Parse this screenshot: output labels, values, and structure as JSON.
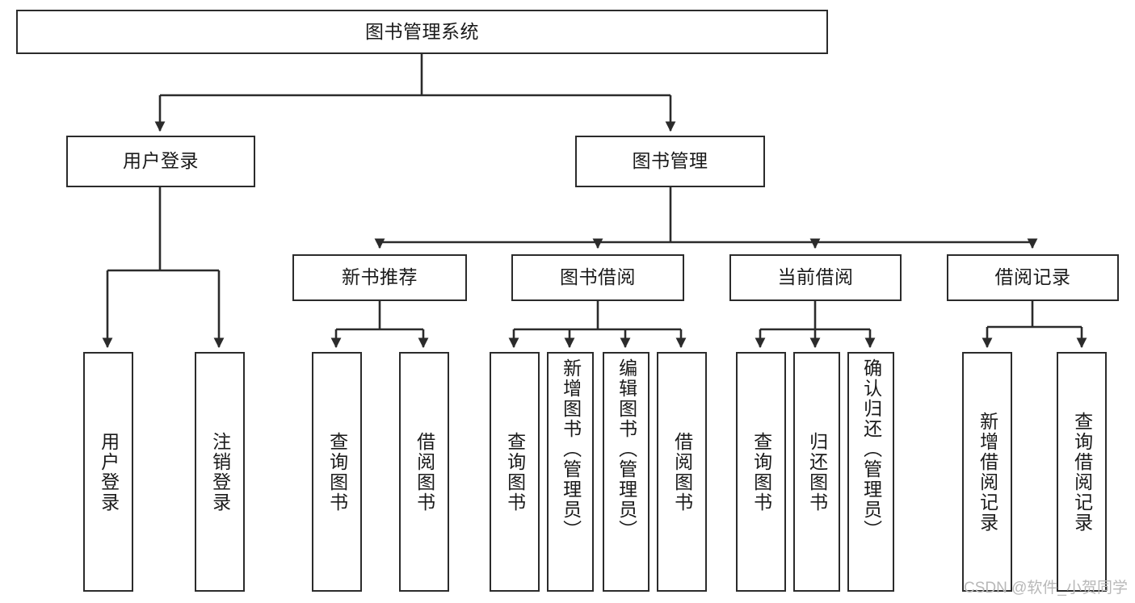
{
  "diagram": {
    "type": "tree-hierarchy-chart",
    "orientation": "top-down",
    "title_node": {
      "id": "root",
      "label": "图书管理系统"
    },
    "level1": [
      {
        "id": "user-login",
        "label": "用户登录"
      },
      {
        "id": "book-management",
        "label": "图书管理"
      }
    ],
    "level2": [
      {
        "id": "new-book-recommend",
        "label": "新书推荐",
        "parent": "book-management"
      },
      {
        "id": "book-borrow",
        "label": "图书借阅",
        "parent": "book-management"
      },
      {
        "id": "current-borrow",
        "label": "当前借阅",
        "parent": "book-management"
      },
      {
        "id": "borrow-record",
        "label": "借阅记录",
        "parent": "book-management"
      }
    ],
    "leaves": [
      {
        "id": "leaf-user-login",
        "label": "用户登录",
        "parent": "user-login"
      },
      {
        "id": "leaf-logout-login",
        "label": "注销登录",
        "parent": "user-login"
      },
      {
        "id": "leaf-query-book-1",
        "label": "查询图书",
        "parent": "new-book-recommend"
      },
      {
        "id": "leaf-borrow-book-1",
        "label": "借阅图书",
        "parent": "new-book-recommend"
      },
      {
        "id": "leaf-query-book-2",
        "label": "查询图书",
        "parent": "book-borrow"
      },
      {
        "id": "leaf-add-book",
        "label": "新增图书（管理员）",
        "parent": "book-borrow"
      },
      {
        "id": "leaf-edit-book",
        "label": "编辑图书（管理员）",
        "parent": "book-borrow"
      },
      {
        "id": "leaf-borrow-book-2",
        "label": "借阅图书",
        "parent": "book-borrow"
      },
      {
        "id": "leaf-query-book-3",
        "label": "查询图书",
        "parent": "current-borrow"
      },
      {
        "id": "leaf-return-book",
        "label": "归还图书",
        "parent": "current-borrow"
      },
      {
        "id": "leaf-confirm-return",
        "label": "确认归还（管理员）",
        "parent": "current-borrow"
      },
      {
        "id": "leaf-add-record",
        "label": "新增借阅记录",
        "parent": "borrow-record"
      },
      {
        "id": "leaf-query-record",
        "label": "查询借阅记录",
        "parent": "borrow-record"
      }
    ],
    "colors": {
      "stroke": "#2b2b2b",
      "fill": "#ffffff",
      "text": "#1a1a1a",
      "watermark": "#b8b8b8"
    }
  },
  "watermark": {
    "text": "CSDN @软件_小贺同学"
  }
}
